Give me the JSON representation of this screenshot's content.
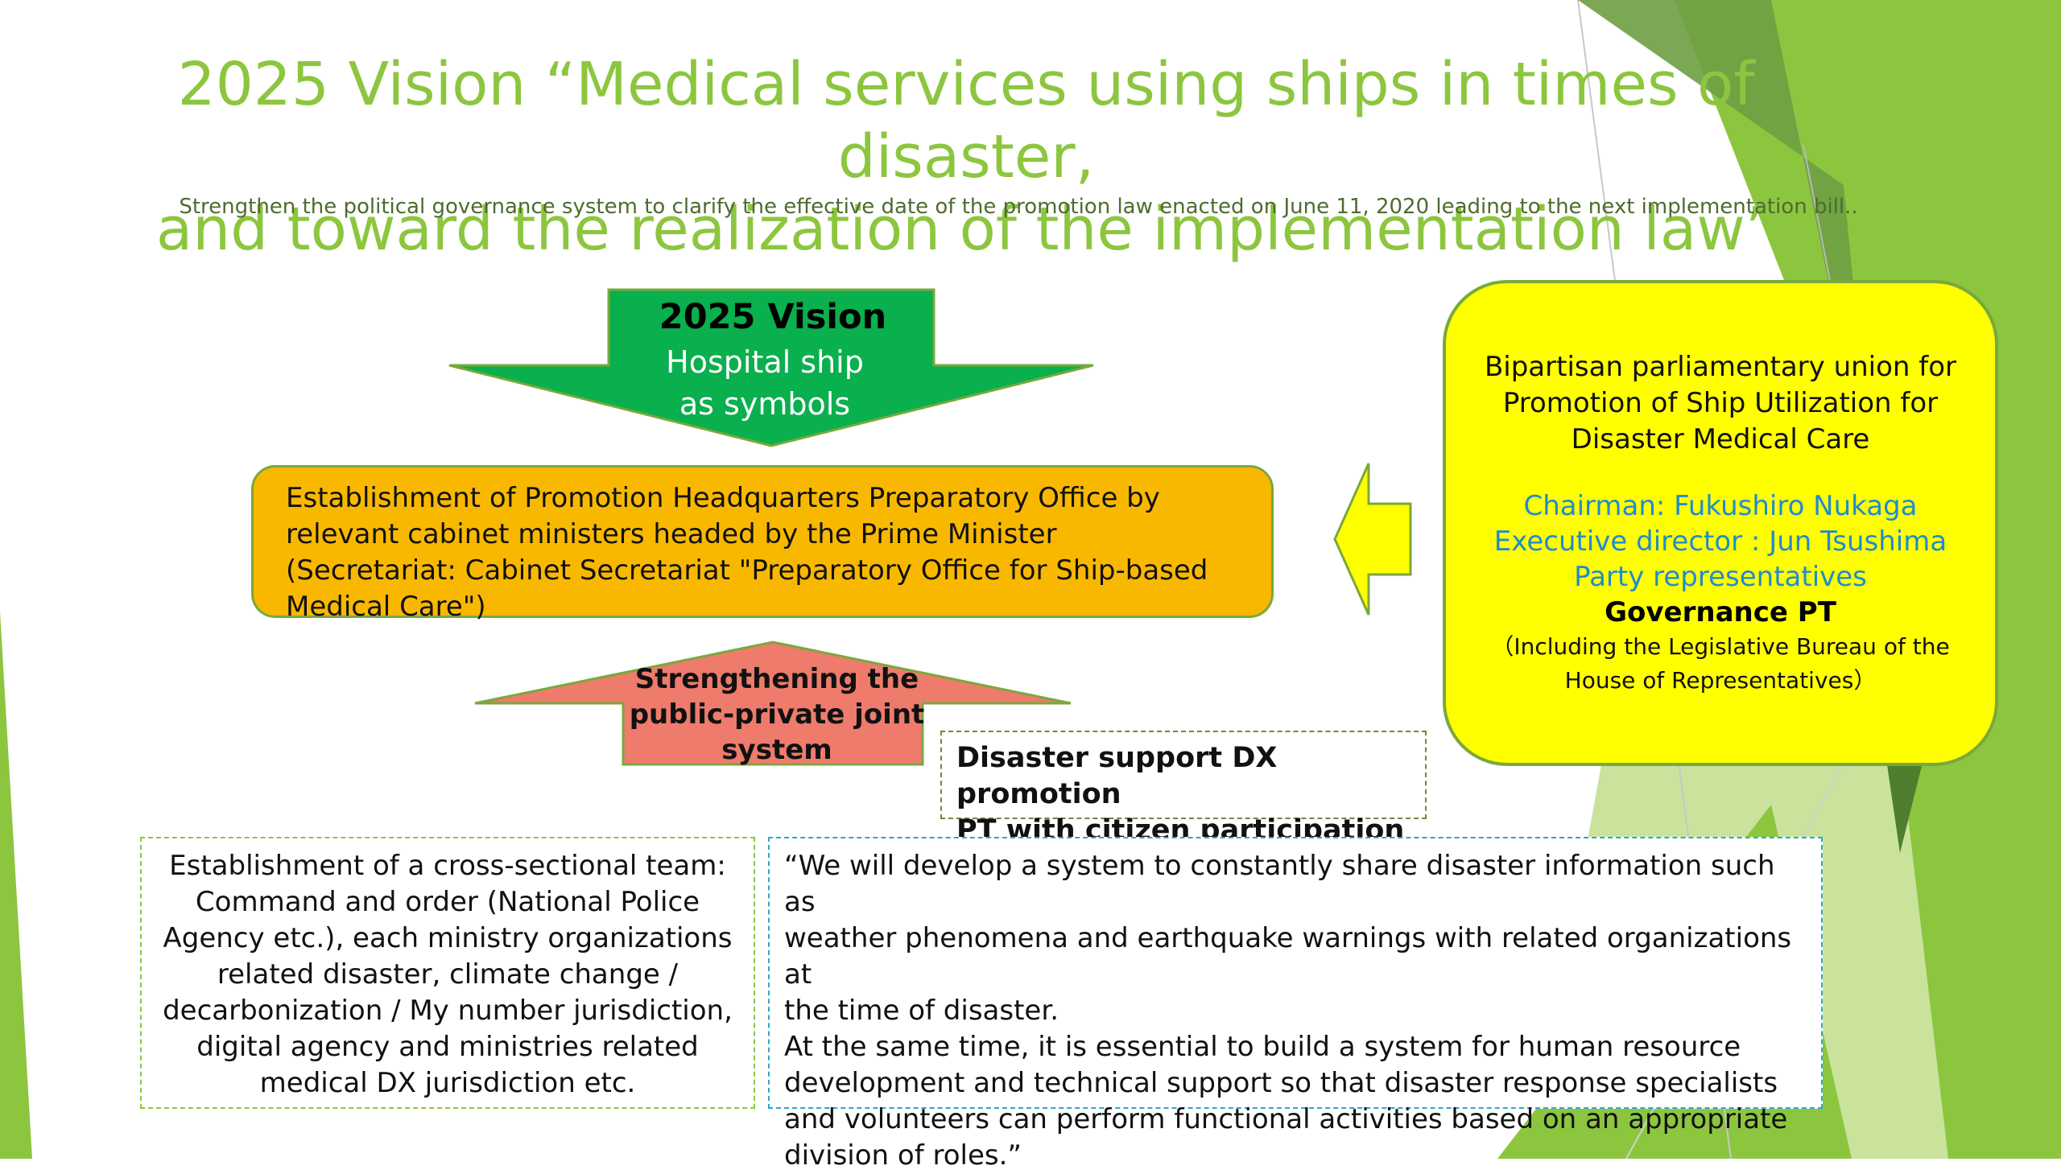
{
  "slide": {
    "title_line1": "2025 Vision “Medical services using ships in times of disaster,",
    "title_line2": "and toward the realization of the implementation law”",
    "subtitle": "Strengthen the political governance system to clarify the effective date of the promotion law enacted on June 11, 2020 leading to the next implementation bill..",
    "colors": {
      "title": "#8cc63f",
      "green_arrow": "#0aaf4e",
      "hq_box": "#f9b800",
      "red_arrow": "#ee7b6c",
      "union_box": "#ffff00",
      "union_blue_text": "#1f8dc9"
    }
  },
  "vision_arrow": {
    "title": "2025 Vision",
    "line1": "Hospital ship",
    "line2": "as symbols"
  },
  "hq_box": {
    "line1": "Establishment of Promotion Headquarters Preparatory Office by",
    "line2": "relevant cabinet ministers headed by the Prime Minister",
    "line3": "(Secretariat: Cabinet Secretariat \"Preparatory Office for Ship-based",
    "line4": "Medical Care\")"
  },
  "strength_arrow": {
    "line1": "Strengthening the",
    "line2": "public-private joint",
    "line3": "system"
  },
  "dx_box": {
    "line1": "Disaster support DX promotion",
    "line2": "PT with citizen participation"
  },
  "union_box": {
    "title1": "Bipartisan parliamentary union for",
    "title2": "Promotion of Ship Utilization for",
    "title3": "Disaster Medical Care",
    "chairman": "Chairman: Fukushiro  Nukaga",
    "executive": "Executive director : Jun Tsushima",
    "reps": "Party representatives",
    "governance": "Governance PT",
    "note1": "（Including the Legislative Bureau of the",
    "note2": "House of Representatives）"
  },
  "team_box": {
    "line1": "Establishment of a cross-sectional team:",
    "line2": "Command and order (National Police",
    "line3": "Agency etc.), each ministry organizations",
    "line4": "related disaster, climate change /",
    "line5": "decarbonization / My number jurisdiction,",
    "line6": "digital agency and ministries related",
    "line7": "medical DX jurisdiction etc."
  },
  "quote_box": {
    "line1": "“We will develop a system to constantly share disaster information such as",
    "line2": "weather phenomena and earthquake warnings with related organizations at",
    "line3": "the time of disaster.",
    "line4": "At the same time, it is essential to build a system for human resource",
    "line5": "development and technical support so that disaster response specialists",
    "line6": "and volunteers can perform functional activities based on an appropriate",
    "line7": "division of roles.”"
  }
}
